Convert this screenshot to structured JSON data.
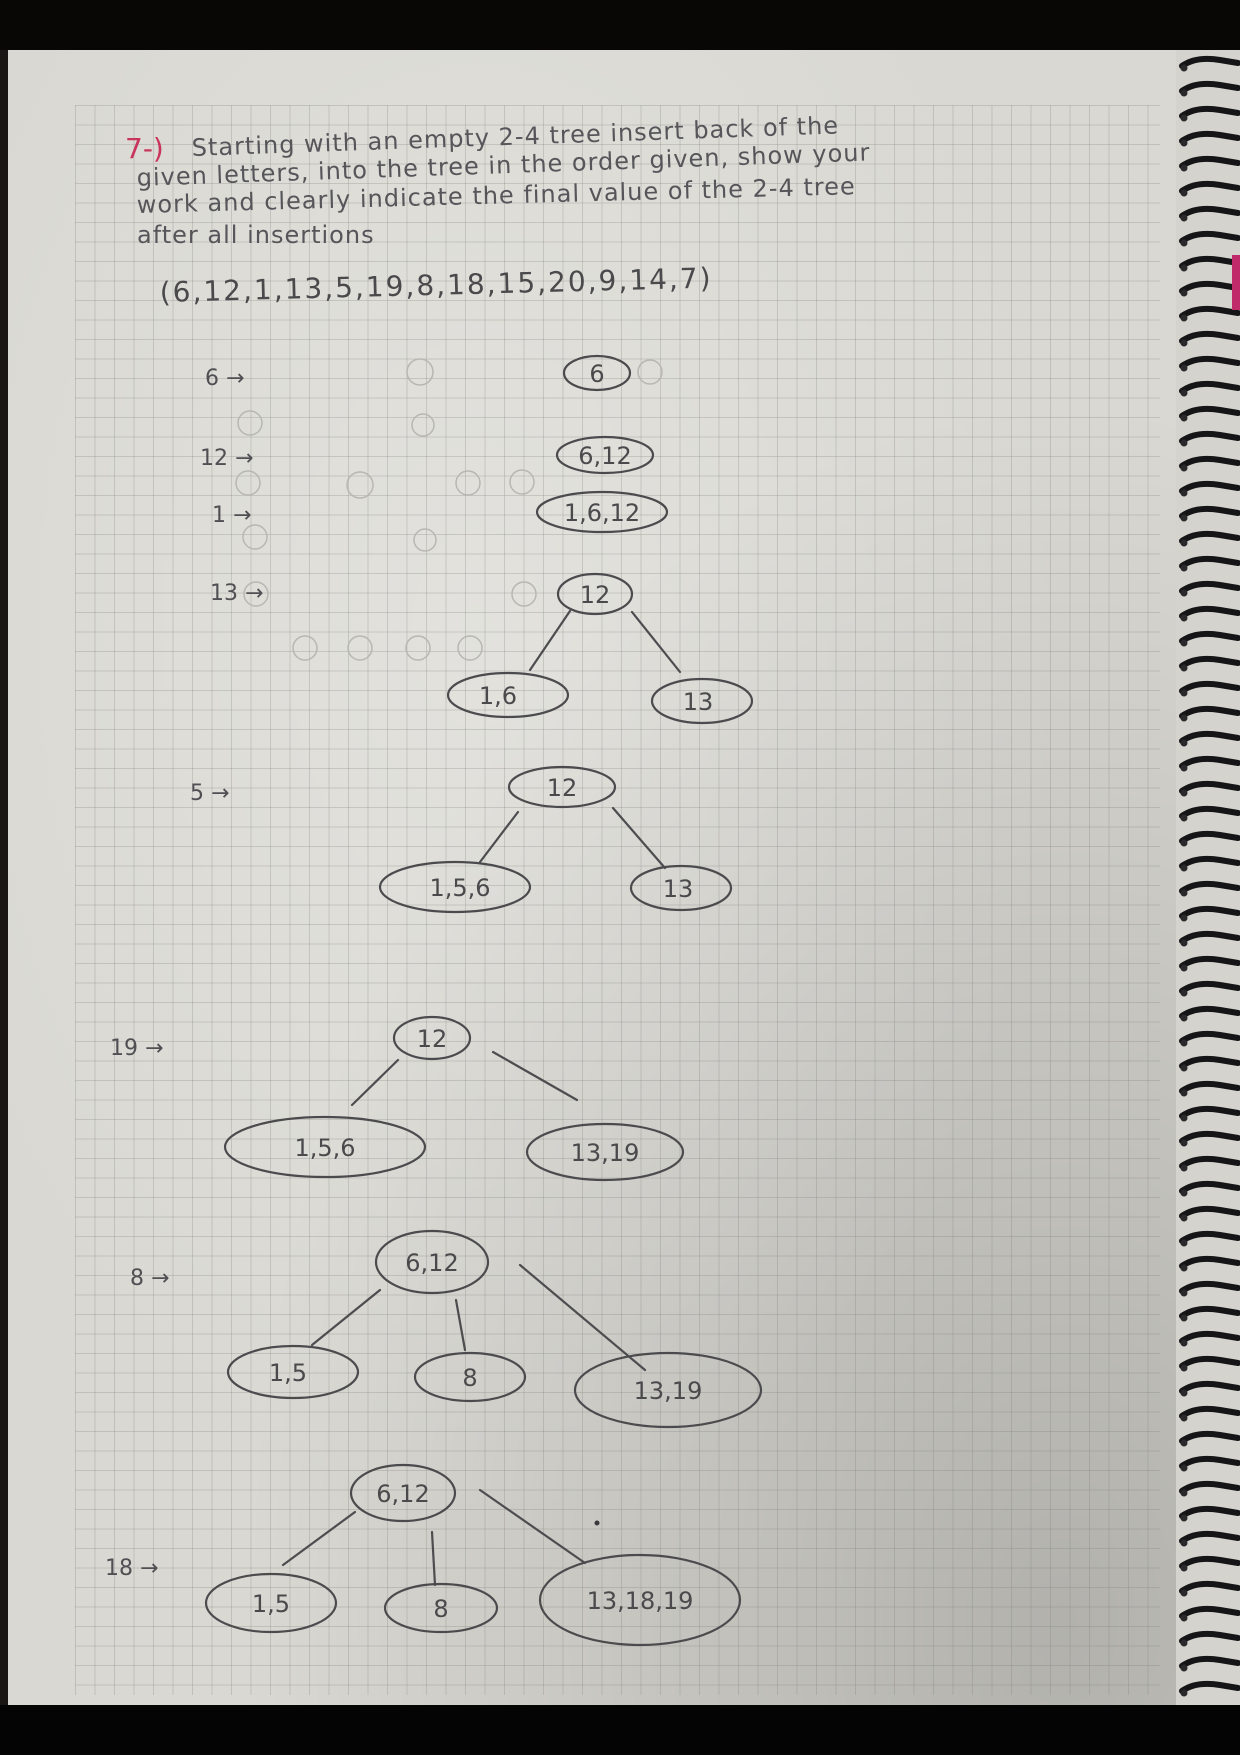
{
  "problem": {
    "number": "7-)",
    "line1": "Starting with an empty 2-4 tree insert back of the",
    "line2": "given letters, into the tree in the order given, show your",
    "line3": "work and clearly indicate the final value of the 2-4 tree",
    "line4": "after all insertions",
    "sequence": "(6,12,1,13,5,19,8,18,15,20,9,14,7)"
  },
  "steps": {
    "s1": {
      "label": "6 →",
      "root": "6"
    },
    "s2": {
      "label": "12 →",
      "root": "6,12"
    },
    "s3": {
      "label": "1 →",
      "root": "1,6,12"
    },
    "s4": {
      "label": "13 →",
      "root": "12",
      "left": "1,6",
      "right": "13"
    },
    "s5": {
      "label": "5 →",
      "root": "12",
      "left": "1,5,6",
      "right": "13"
    },
    "s6": {
      "label": "19 →",
      "root": "12",
      "left": "1,5,6",
      "right": "13,19"
    },
    "s7": {
      "label": "8 →",
      "root": "6,12",
      "left": "1,5",
      "middle": "8",
      "right": "13,19"
    },
    "s8": {
      "label": "18 →",
      "root": "6,12",
      "left": "1,5",
      "middle": "8",
      "right": "13,18,19"
    }
  },
  "colors": {
    "ink": "#4a4a4c",
    "pink": "#c8345c",
    "paper": "#d9d8d2"
  }
}
